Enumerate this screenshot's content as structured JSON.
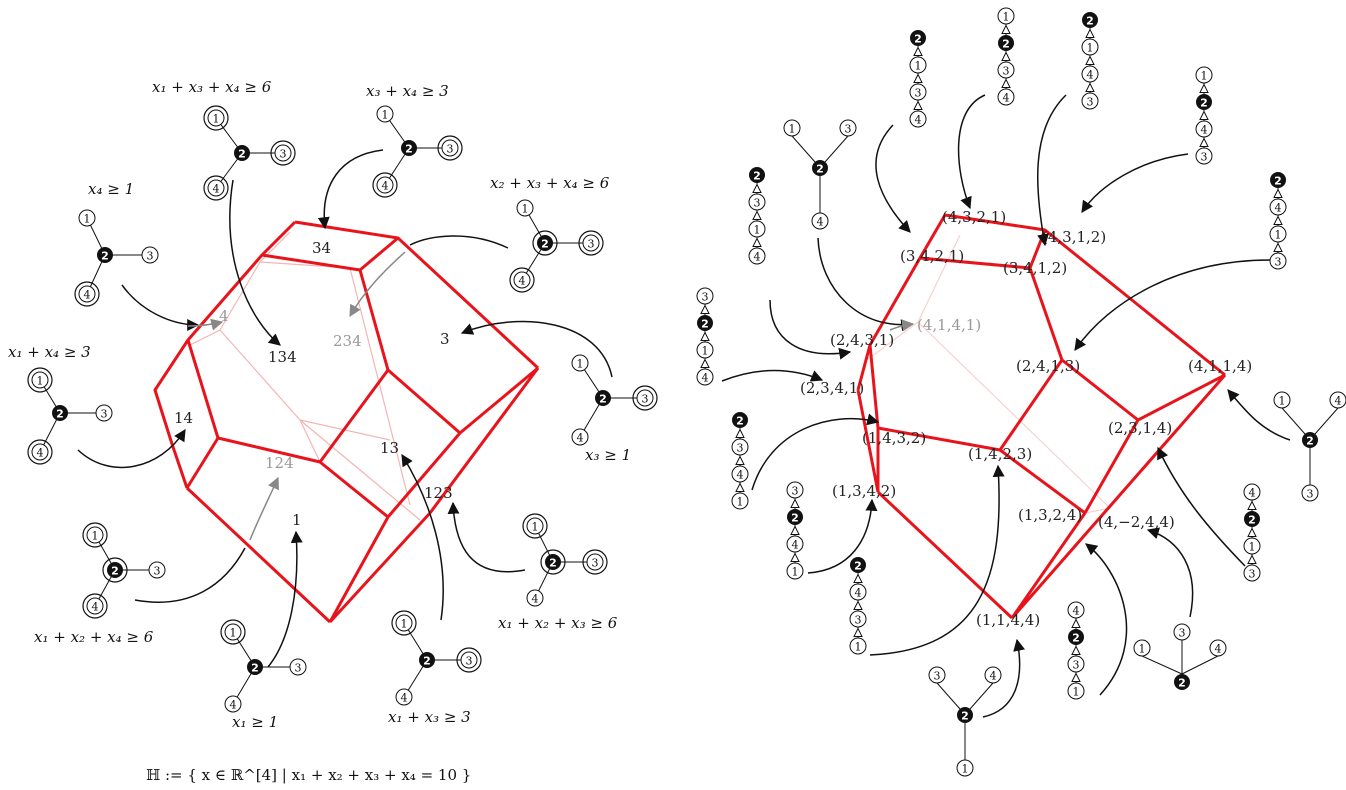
{
  "left_diagram": {
    "face_labels": [
      {
        "id": "34",
        "text": "34",
        "hidden": false
      },
      {
        "id": "4",
        "text": "4",
        "hidden": true
      },
      {
        "id": "134",
        "text": "134",
        "hidden": false
      },
      {
        "id": "234",
        "text": "234",
        "hidden": true
      },
      {
        "id": "3",
        "text": "3",
        "hidden": false
      },
      {
        "id": "14",
        "text": "14",
        "hidden": false
      },
      {
        "id": "124",
        "text": "124",
        "hidden": true
      },
      {
        "id": "13",
        "text": "13",
        "hidden": false
      },
      {
        "id": "123",
        "text": "123",
        "hidden": false
      },
      {
        "id": "1",
        "text": "1",
        "hidden": false
      }
    ],
    "inequalities": [
      {
        "id": "x1x3x4",
        "text": "x₁ + x₃ + x₄ ≥ 6"
      },
      {
        "id": "x3x4",
        "text": "x₃ + x₄ ≥ 3"
      },
      {
        "id": "x4",
        "text": "x₄ ≥ 1"
      },
      {
        "id": "x2x3x4",
        "text": "x₂ + x₃ + x₄ ≥ 6"
      },
      {
        "id": "x1x4",
        "text": "x₁ + x₄ ≥ 3"
      },
      {
        "id": "x3",
        "text": "x₃ ≥ 1"
      },
      {
        "id": "x1x2x4",
        "text": "x₁ + x₂ + x₄ ≥ 6"
      },
      {
        "id": "x1x2x3",
        "text": "x₁ + x₂ + x₃ ≥ 6"
      },
      {
        "id": "x1",
        "text": "x₁ ≥ 1"
      },
      {
        "id": "x1x3",
        "text": "x₁ + x₃ ≥ 3"
      }
    ],
    "hyperplane": "ℍ := { x ∈ ℝ^[4] | x₁ + x₂ + x₃ + x₄ = 10 }"
  },
  "right_diagram": {
    "vertex_labels": [
      {
        "id": "4321",
        "text": "(4,3,2,1)",
        "hidden": false
      },
      {
        "id": "4312",
        "text": "(4,3,1,2)",
        "hidden": false
      },
      {
        "id": "3421",
        "text": "(3,4,2,1)",
        "hidden": false
      },
      {
        "id": "3412",
        "text": "(3,4,1,2)",
        "hidden": false
      },
      {
        "id": "4141",
        "text": "(4,1,4,1)",
        "hidden": true
      },
      {
        "id": "2431",
        "text": "(2,4,3,1)",
        "hidden": false
      },
      {
        "id": "2341",
        "text": "(2,3,4,1)",
        "hidden": false
      },
      {
        "id": "2413",
        "text": "(2,4,1,3)",
        "hidden": false
      },
      {
        "id": "4114",
        "text": "(4,1,1,4)",
        "hidden": false
      },
      {
        "id": "1432",
        "text": "(1,4,3,2)",
        "hidden": false
      },
      {
        "id": "1423",
        "text": "(1,4,2,3)",
        "hidden": false
      },
      {
        "id": "2314",
        "text": "(2,3,1,4)",
        "hidden": false
      },
      {
        "id": "1342",
        "text": "(1,3,4,2)",
        "hidden": false
      },
      {
        "id": "1324",
        "text": "(1,3,2,4)",
        "hidden": false
      },
      {
        "id": "4m244",
        "text": "(4,−2,4,4)",
        "hidden": false
      },
      {
        "id": "1144",
        "text": "(1,1,4,4)",
        "hidden": false
      }
    ]
  },
  "colors": {
    "edge": "#e8131b",
    "edge_hidden": "#f5b4b4",
    "hidden_edge_light": "#f9d0d0",
    "arrow": "#111111",
    "arrow_gray": "#888888",
    "node_fill": "#111111"
  }
}
